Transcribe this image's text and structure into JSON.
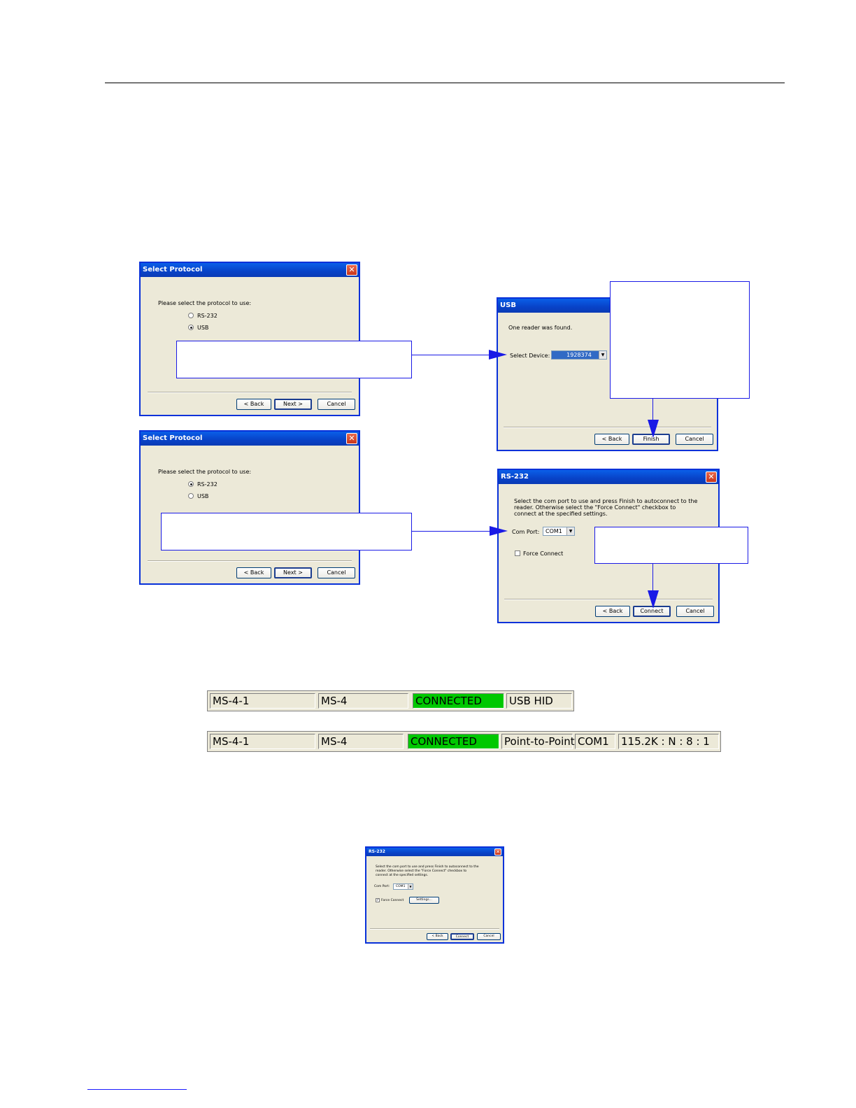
{
  "colors": {
    "accent_blue": "#1a1ae6",
    "connected_green": "#00c800",
    "xp_titlebar": "#0842c7"
  },
  "protocol_dialog_usb": {
    "title": "Select Protocol",
    "prompt": "Please select the protocol to use:",
    "options": [
      "RS-232",
      "USB"
    ],
    "selected": "USB",
    "back": "< Back",
    "next": "Next >",
    "cancel": "Cancel"
  },
  "protocol_dialog_rs232": {
    "title": "Select Protocol",
    "prompt": "Please select the protocol to use:",
    "options": [
      "RS-232",
      "USB"
    ],
    "selected": "RS-232",
    "back": "< Back",
    "next": "Next >",
    "cancel": "Cancel"
  },
  "usb_dialog": {
    "title": "USB",
    "message": "One reader was found.",
    "device_label": "Select Device:",
    "device_value": "1928374",
    "back": "< Back",
    "finish": "Finish",
    "cancel": "Cancel"
  },
  "rs232_dialog": {
    "title": "RS-232",
    "message_1": "Select the com port to use and press Finish to autoconnect to the",
    "message_2": "reader. Otherwise select the \"Force Connect\" checkbox to",
    "message_3": "connect at the specified settings.",
    "port_label": "Com Port:",
    "port_value": "COM1",
    "force_label": "Force Connect",
    "back": "< Back",
    "connect": "Connect",
    "cancel": "Cancel"
  },
  "status_usb": [
    "MS-4-1",
    "MS-4",
    "CONNECTED",
    "USB HID"
  ],
  "status_rs232": [
    "MS-4-1",
    "MS-4",
    "CONNECTED",
    "Point-to-Point",
    "COM1",
    "115.2K : N : 8 : 1"
  ],
  "mini_rs232_dialog": {
    "title": "RS-232",
    "message_1": "Select the com port to use and press Finish to autoconnect to the",
    "message_2": "reader. Otherwise select the \"Force Connect\" checkbox to",
    "message_3": "connect at the specified settings.",
    "port_label": "Com Port:",
    "port_value": "COM1",
    "force_label": "Force Connect",
    "settings": "Settings...",
    "back": "< Back",
    "connect": "Connect",
    "cancel": "Cancel"
  }
}
